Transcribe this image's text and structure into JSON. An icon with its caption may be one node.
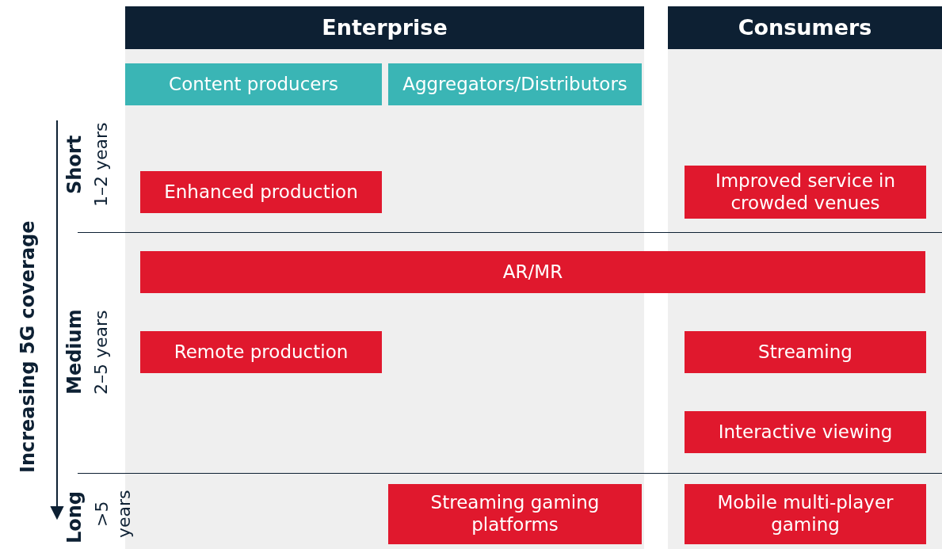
{
  "diagram": {
    "nodes": [
      {
        "text": [
          "Enterprise"
        ]
      },
      {
        "text": [
          "Consumers"
        ]
      },
      {
        "text": [
          "Content producers"
        ]
      },
      {
        "text": [
          "Aggregators/Distributors"
        ]
      },
      {
        "text": [
          "Enhanced production"
        ]
      },
      {
        "text": [
          "Improved service in crowded venues"
        ]
      },
      {
        "text": [
          "AR/MR"
        ]
      },
      {
        "text": [
          "Remote production"
        ]
      },
      {
        "text": [
          "Streaming"
        ]
      },
      {
        "text": [
          "Interactive viewing"
        ]
      },
      {
        "text": [
          "Streaming gaming platforms"
        ]
      },
      {
        "text": [
          "Mobile multi-player gaming"
        ]
      }
    ],
    "edges": [],
    "labels": [
      "Increasing 5G coverage",
      "Short",
      "1–2 years",
      "Medium",
      "2–5 years",
      "Long",
      ">5 years"
    ]
  }
}
